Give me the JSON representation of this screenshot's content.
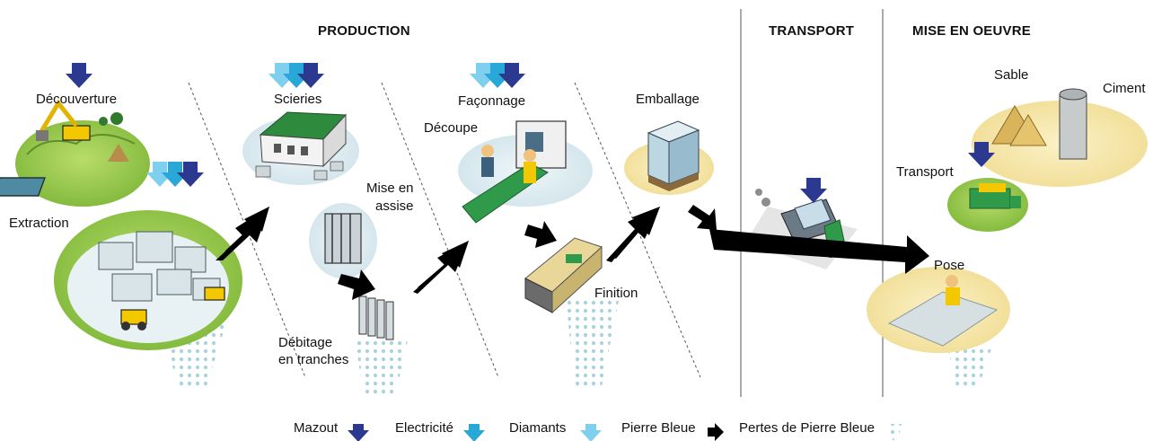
{
  "headers": {
    "production": "PRODUCTION",
    "transport": "TRANSPORT",
    "mise_en_oeuvre": "MISE EN OEUVRE"
  },
  "labels": {
    "decouverture": "Découverture",
    "extraction": "Extraction",
    "scieries": "Scieries",
    "mise_en_assise": [
      "Mise en",
      "assise"
    ],
    "debitage": [
      "Débitage",
      "en tranches"
    ],
    "faconnage": "Façonnage",
    "decoupe": "Découpe",
    "finition": "Finition",
    "emballage": "Emballage",
    "transport": "Transport",
    "sable": "Sable",
    "ciment": "Ciment",
    "pose": "Pose"
  },
  "legend": [
    {
      "label": "Mazout",
      "icon": "mazout-arrow-icon"
    },
    {
      "label": "Electricité",
      "icon": "electricite-arrow-icon"
    },
    {
      "label": "Diamants",
      "icon": "diamants-arrow-icon"
    },
    {
      "label": "Pierre Bleue",
      "icon": "pierre-bleue-arrow-icon"
    },
    {
      "label": "Pertes de Pierre Bleue",
      "icon": "pertes-arrow-icon"
    }
  ],
  "colors": {
    "mazout": "#2b3990",
    "electricite": "#29a8d8",
    "diamants": "#7fd0ee",
    "pierre_bleue": "#000000",
    "pertes": "#bfe3ea",
    "ground_green": "#8cc63f",
    "sand": "#f3e3a6"
  }
}
